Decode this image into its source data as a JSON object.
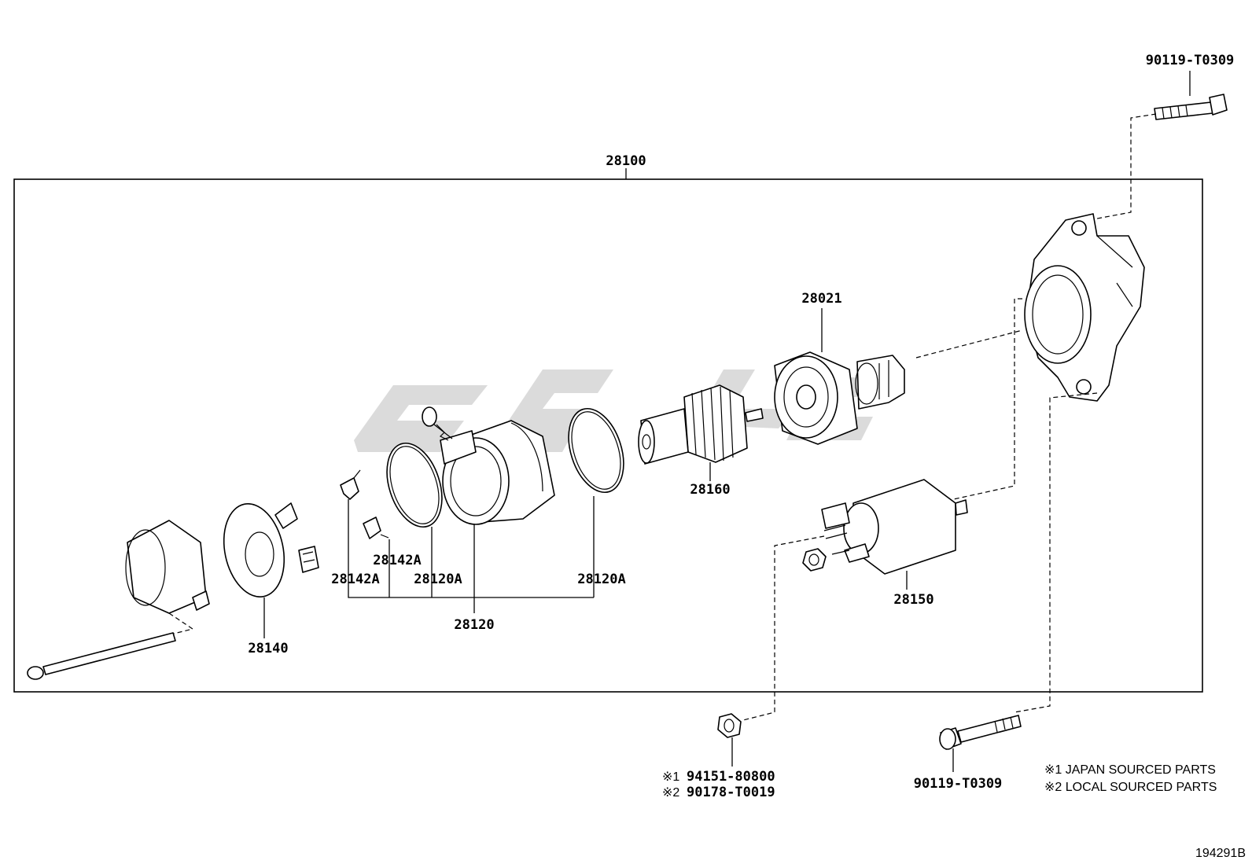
{
  "diagram": {
    "assembly_label": "28100",
    "figure_id": "194291B",
    "parts": {
      "bolt_top": "90119-T0309",
      "bolt_bottom": "90119-T0309",
      "nut_line1_mark": "※1",
      "nut_line1": "94151-80800",
      "nut_line2_mark": "※2",
      "nut_line2": "90178-T0019",
      "end_frame": "28140",
      "brush_spring_a": "28142A",
      "brush_spring_b": "28142A",
      "oring_a": "28120A",
      "oring_b": "28120A",
      "yoke": "28120",
      "armature": "28160",
      "clutch": "28021",
      "solenoid": "28150"
    },
    "notes": [
      "※1 JAPAN SOURCED PARTS",
      "※2 LOCAL SOURCED PARTS"
    ]
  }
}
